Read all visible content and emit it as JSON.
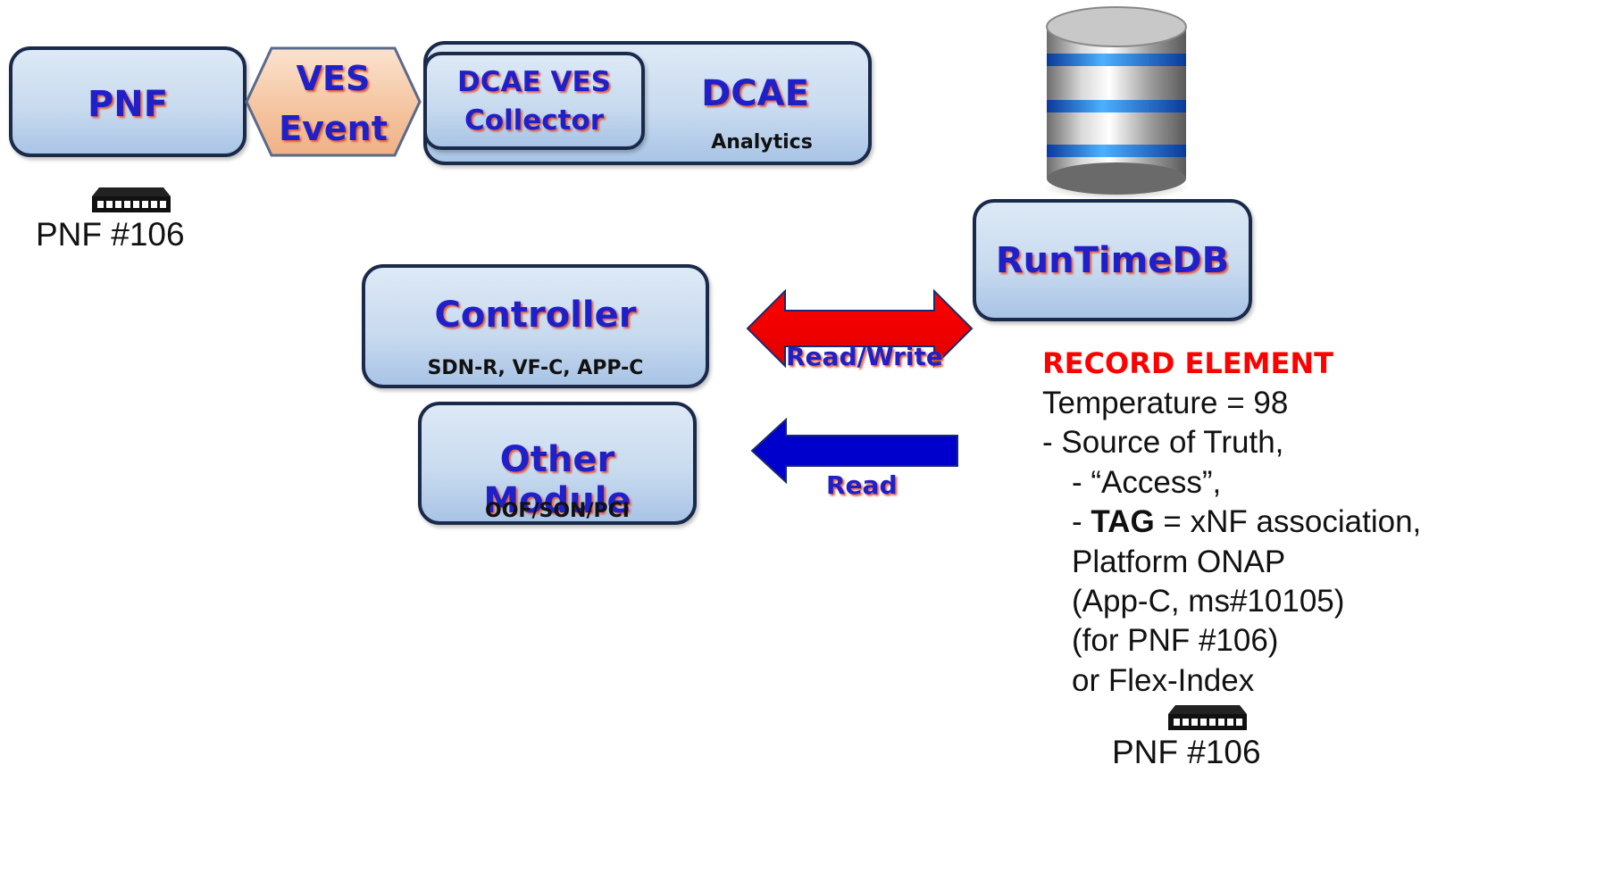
{
  "pnf": {
    "title": "PNF",
    "device_label": "PNF #106",
    "device_icon": "network-switch-icon"
  },
  "ves_event": {
    "line1": "VES",
    "line2": "Event"
  },
  "dcae": {
    "title": "DCAE",
    "subtitle": "Analytics",
    "collector_line1": "DCAE VES",
    "collector_line2": "Collector"
  },
  "runtimedb": {
    "title": "RunTimeDB",
    "icon": "database-icon"
  },
  "controller": {
    "title": "Controller",
    "subtitle": "SDN-R, VF-C, APP-C"
  },
  "other_module": {
    "title": "Other Module",
    "subtitle": "OOF/SON/PCI"
  },
  "arrows": {
    "read_write": {
      "label": "Read/Write",
      "color": "#ff0000"
    },
    "read": {
      "label": "Read",
      "color": "#0000cc"
    }
  },
  "record": {
    "heading": "RECORD ELEMENT",
    "heading_color": "#ff0000",
    "temperature": "Temperature = 98",
    "source_of_truth": "- Source of Truth,",
    "access": "- “Access”,",
    "tag_prefix": "- ",
    "tag_bold": "TAG",
    "tag_rest": " = xNF association,",
    "platform": "Platform ONAP",
    "appc": "(App-C, ms#10105)",
    "for_pnf": "(for PNF #106)",
    "flex_index": "or Flex-Index",
    "device_label": "PNF #106"
  }
}
